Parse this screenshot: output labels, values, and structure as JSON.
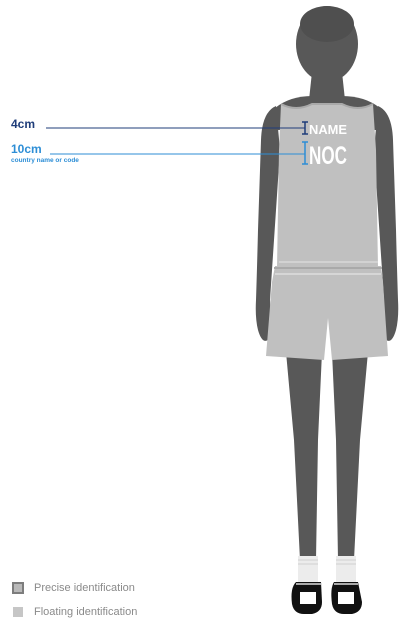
{
  "annotations": {
    "name_height": {
      "text": "4cm"
    },
    "noc_height": {
      "text": "10cm",
      "subtext": "country name or code"
    }
  },
  "bib": {
    "name_text": "NAME",
    "noc_text": "NOC"
  },
  "legend": {
    "items": [
      {
        "label": "Precise identification",
        "style": "outlined"
      },
      {
        "label": "Floating identification",
        "style": "filled"
      }
    ]
  },
  "colors": {
    "figure_body": "#585858",
    "garment": "#c0c0c0",
    "garment_shadow": "#a9a9a9",
    "annotation_name": "#1f3d7a",
    "annotation_noc": "#2d8ed6",
    "shoe": "#111111",
    "sock": "#ececec"
  }
}
